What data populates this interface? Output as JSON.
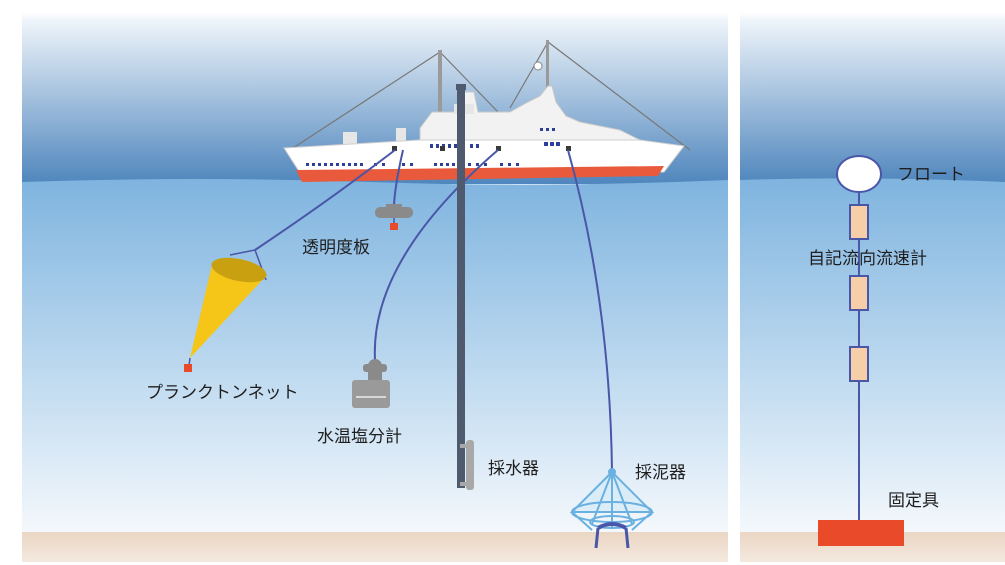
{
  "labels": {
    "plankton_net": "プランクトンネット",
    "secchi_disk": "透明度板",
    "ctd": "水温塩分計",
    "water_sampler": "採水器",
    "mud_sampler": "採泥器",
    "float": "フロート",
    "current_meter": "自記流向流速計",
    "anchor": "固定具"
  },
  "colors": {
    "sky_top": "#4f86bd",
    "sky_bottom": "#ffffff",
    "sea_top": "#7fb4df",
    "sea_bottom": "#eef5fb",
    "seabed": "#ead6c4",
    "cable": "#4a56a8",
    "hull": "#ffffff",
    "hull_stripe": "#e85a3b",
    "net": "#f5c518",
    "anchor": "#e84a2a",
    "meter": "#f6cfa8"
  }
}
